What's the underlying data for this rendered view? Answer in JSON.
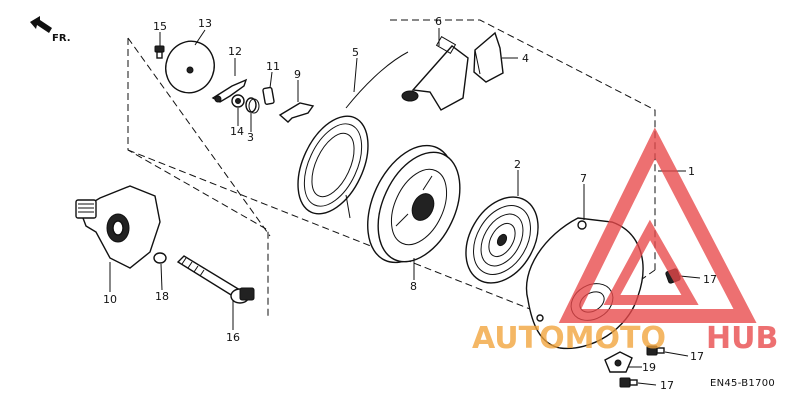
{
  "diagram": {
    "direction_label": "FR.",
    "drawing_code": "EN45-B1700",
    "part_labels": [
      "15",
      "13",
      "12",
      "11",
      "9",
      "5",
      "6",
      "4",
      "14",
      "3",
      "2",
      "7",
      "1",
      "17",
      "10",
      "18",
      "8",
      "16",
      "17",
      "19",
      "17"
    ]
  },
  "watermark": {
    "text_left": "AUTOMOTO",
    "text_right": "HUB",
    "color_red": "#e8484a",
    "color_orange": "#f2a33a"
  }
}
